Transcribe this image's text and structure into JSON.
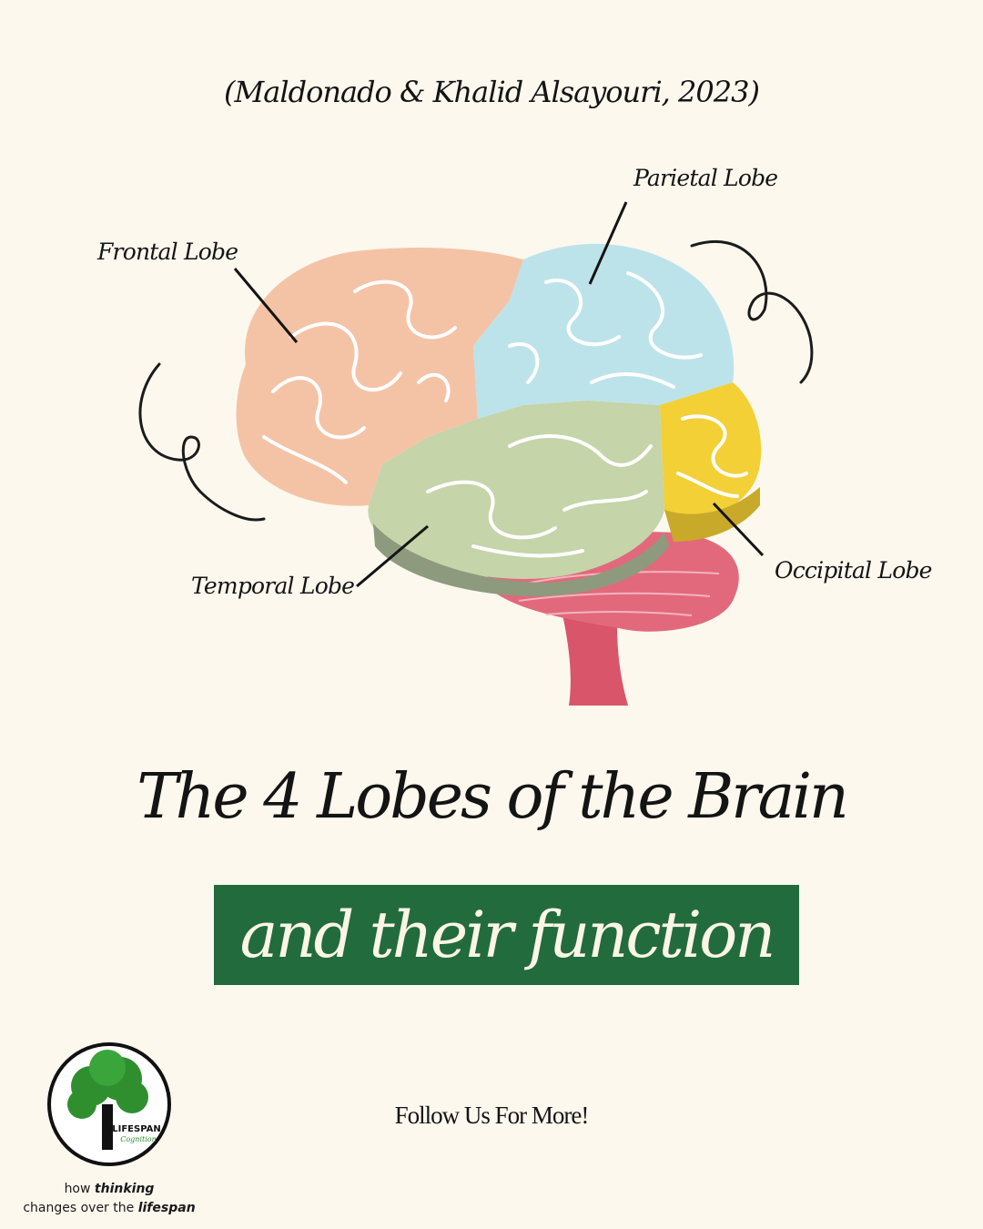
{
  "citation": "(Maldonado & Khalid Alsayouri, 2023)",
  "labels": {
    "frontal": "Frontal Lobe",
    "parietal": "Parietal Lobe",
    "temporal": "Temporal Lobe",
    "occipital": "Occipital Lobe"
  },
  "title": "The 4 Lobes of the Brain",
  "subtitle": "and their function",
  "follow": "Follow Us For More!",
  "logo": {
    "name": "LIFESPAN",
    "sub": "Cognition",
    "tagline_1_pre": "how ",
    "tagline_1_em": "thinking",
    "tagline_2_pre": "changes over the ",
    "tagline_2_em": "lifespan"
  },
  "colors": {
    "background": "#fcf8ee",
    "frontal": "#f4c3a6",
    "parietal": "#bde3ea",
    "temporal": "#c5d4a9",
    "occipital": "#f2d036",
    "cerebellum": "#e2697b",
    "accent": "#226b3d"
  }
}
